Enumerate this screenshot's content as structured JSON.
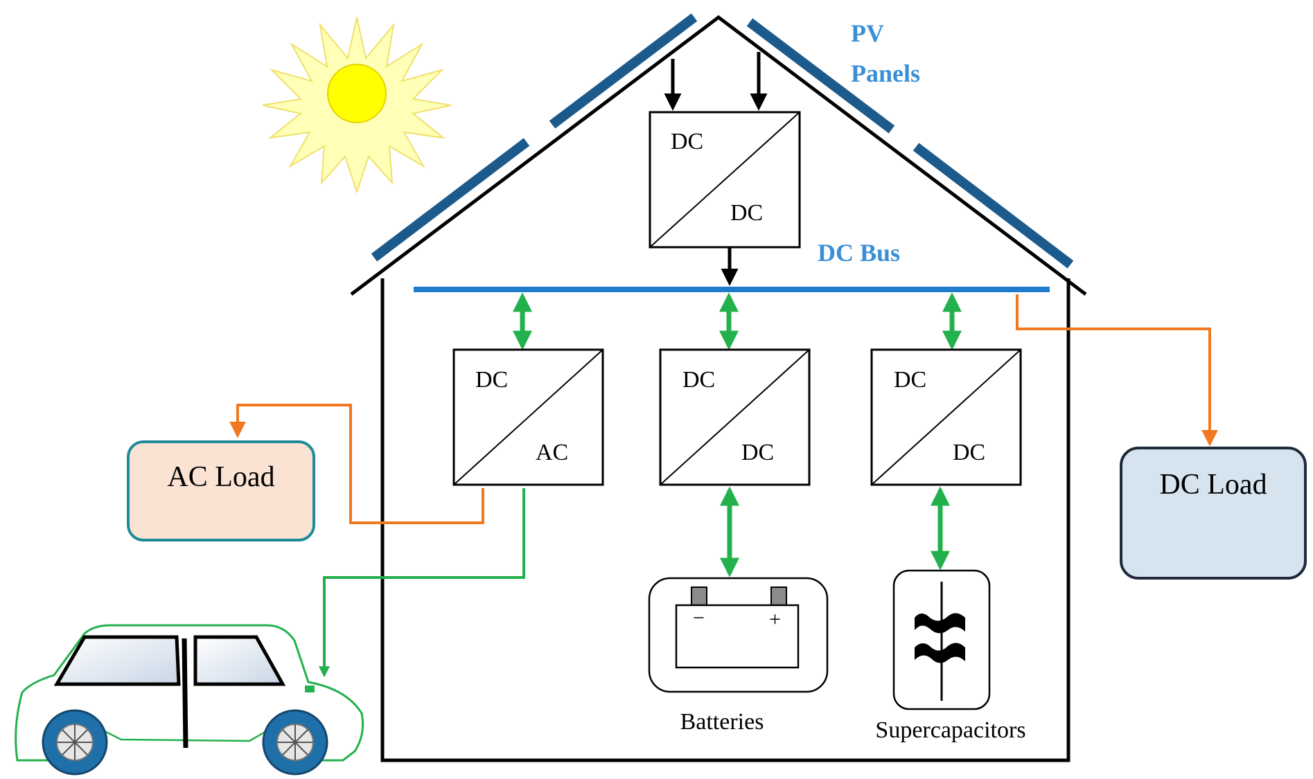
{
  "labels": {
    "pv_line1": "PV",
    "pv_line2": "Panels",
    "dc_bus": "DC Bus",
    "ac_load": "AC Load",
    "dc_load": "DC Load",
    "batteries": "Batteries",
    "supercapacitors": "Supercapacitors",
    "battery_minus": "−",
    "battery_plus": "+"
  },
  "converters": {
    "pv": {
      "top": "DC",
      "bottom": "DC"
    },
    "inverter": {
      "top": "DC",
      "bottom": "AC"
    },
    "battery": {
      "top": "DC",
      "bottom": "DC"
    },
    "supercap": {
      "top": "DC",
      "bottom": "DC"
    }
  },
  "colors": {
    "bus": "#1e7ccc",
    "label_blue": "#3a8fd6",
    "panel": "#1c5a8c",
    "green": "#22b14c",
    "orange": "#f07820",
    "sun": "#ffff00",
    "ac_load_fill": "#fbe3d4",
    "ac_load_border": "#1f8a9a",
    "dc_load_fill": "#d6e4f0",
    "dc_load_border": "#1f2a38",
    "car_outline": "#22b14c",
    "wheel": "#1f6fa8"
  }
}
